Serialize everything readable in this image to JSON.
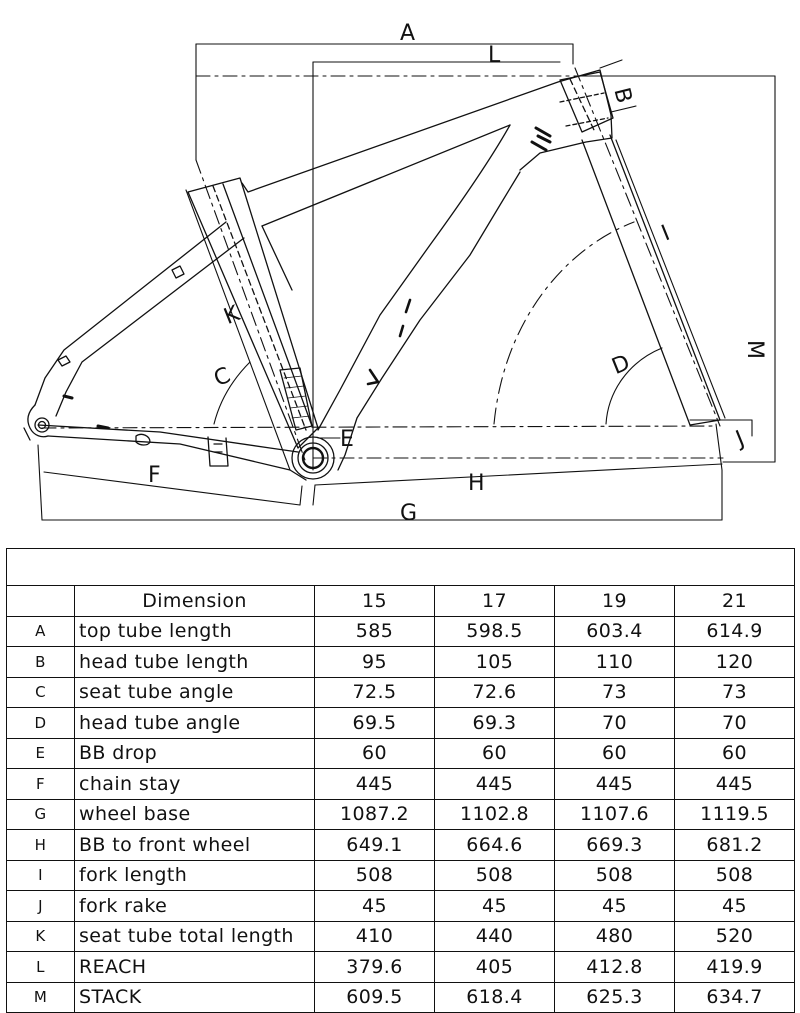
{
  "diagram": {
    "labels": {
      "A": "A",
      "B": "B",
      "C": "C",
      "D": "D",
      "E": "E",
      "F": "F",
      "G": "G",
      "H": "H",
      "I": "I",
      "J": "J",
      "K": "K",
      "L": "L",
      "M": "M"
    }
  },
  "table": {
    "title": "",
    "header": {
      "letter": "",
      "dimension": "Dimension",
      "sizes": [
        "15",
        "17",
        "19",
        "21"
      ]
    },
    "rows": [
      {
        "letter": "A",
        "name": "top tube length",
        "values": [
          "585",
          "598.5",
          "603.4",
          "614.9"
        ]
      },
      {
        "letter": "B",
        "name": "head tube length",
        "values": [
          "95",
          "105",
          "110",
          "120"
        ]
      },
      {
        "letter": "C",
        "name": "seat tube angle",
        "values": [
          "72.5",
          "72.6",
          "73",
          "73"
        ]
      },
      {
        "letter": "D",
        "name": "head tube angle",
        "values": [
          "69.5",
          "69.3",
          "70",
          "70"
        ]
      },
      {
        "letter": "E",
        "name": "BB drop",
        "values": [
          "60",
          "60",
          "60",
          "60"
        ]
      },
      {
        "letter": "F",
        "name": "chain stay",
        "values": [
          "445",
          "445",
          "445",
          "445"
        ]
      },
      {
        "letter": "G",
        "name": "wheel base",
        "values": [
          "1087.2",
          "1102.8",
          "1107.6",
          "1119.5"
        ]
      },
      {
        "letter": "H",
        "name": "BB to front wheel",
        "values": [
          "649.1",
          "664.6",
          "669.3",
          "681.2"
        ]
      },
      {
        "letter": "I",
        "name": "fork length",
        "values": [
          "508",
          "508",
          "508",
          "508"
        ]
      },
      {
        "letter": "J",
        "name": "fork rake",
        "values": [
          "45",
          "45",
          "45",
          "45"
        ]
      },
      {
        "letter": "K",
        "name": "seat tube total length",
        "values": [
          "410",
          "440",
          "480",
          "520"
        ]
      },
      {
        "letter": "L",
        "name": "REACH",
        "values": [
          "379.6",
          "405",
          "412.8",
          "419.9"
        ]
      },
      {
        "letter": "M",
        "name": "STACK",
        "values": [
          "609.5",
          "618.4",
          "625.3",
          "634.7"
        ]
      }
    ]
  }
}
